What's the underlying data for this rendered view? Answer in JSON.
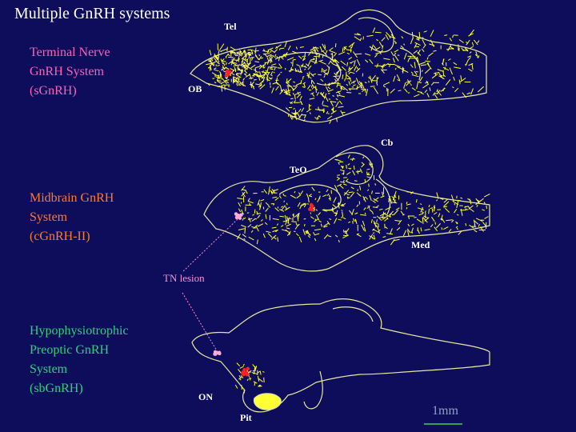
{
  "title": "Multiple GnRH systems",
  "systems": [
    {
      "lines": [
        "Terminal Nerve",
        "GnRH System",
        "(sGnRH)"
      ]
    },
    {
      "lines": [
        "Midbrain GnRH",
        "System",
        "(cGnRH-II)"
      ]
    },
    {
      "lines": [
        "Hypophysiotrophic",
        "Preoptic GnRH",
        "System",
        "(sbGnRH)"
      ]
    }
  ],
  "brain_labels": {
    "tel": "Tel",
    "ob": "OB",
    "cb": "Cb",
    "teo": "TeO",
    "med": "Med",
    "on": "ON",
    "pit": "Pit"
  },
  "lesion_label": "TN lesion",
  "scale_bar_label": "1mm",
  "colors": {
    "background": "#0d0d5c",
    "terminal_nerve_text": "#ff5fb8",
    "midbrain_text": "#ff7a2a",
    "preoptic_text": "#2fd07a",
    "lesion_text": "#ff8fcf",
    "fiber": "#ffff33",
    "outline": "#e8e8a0",
    "cell_body": "#ff2020",
    "lesion_cells": "#ffaadd",
    "scale_bar": "#22aa55"
  }
}
